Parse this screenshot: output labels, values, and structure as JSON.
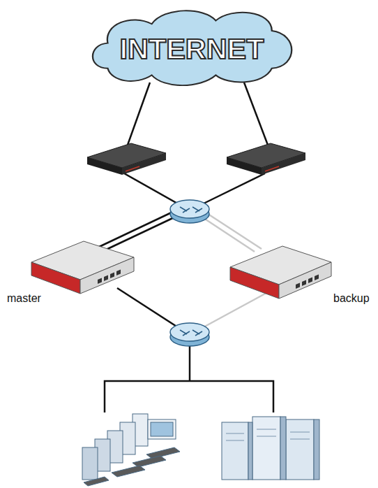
{
  "diagram": {
    "nodes": [
      {
        "text": [
          "INTERNET"
        ]
      }
    ],
    "labels": [
      "master",
      "backup"
    ]
  }
}
